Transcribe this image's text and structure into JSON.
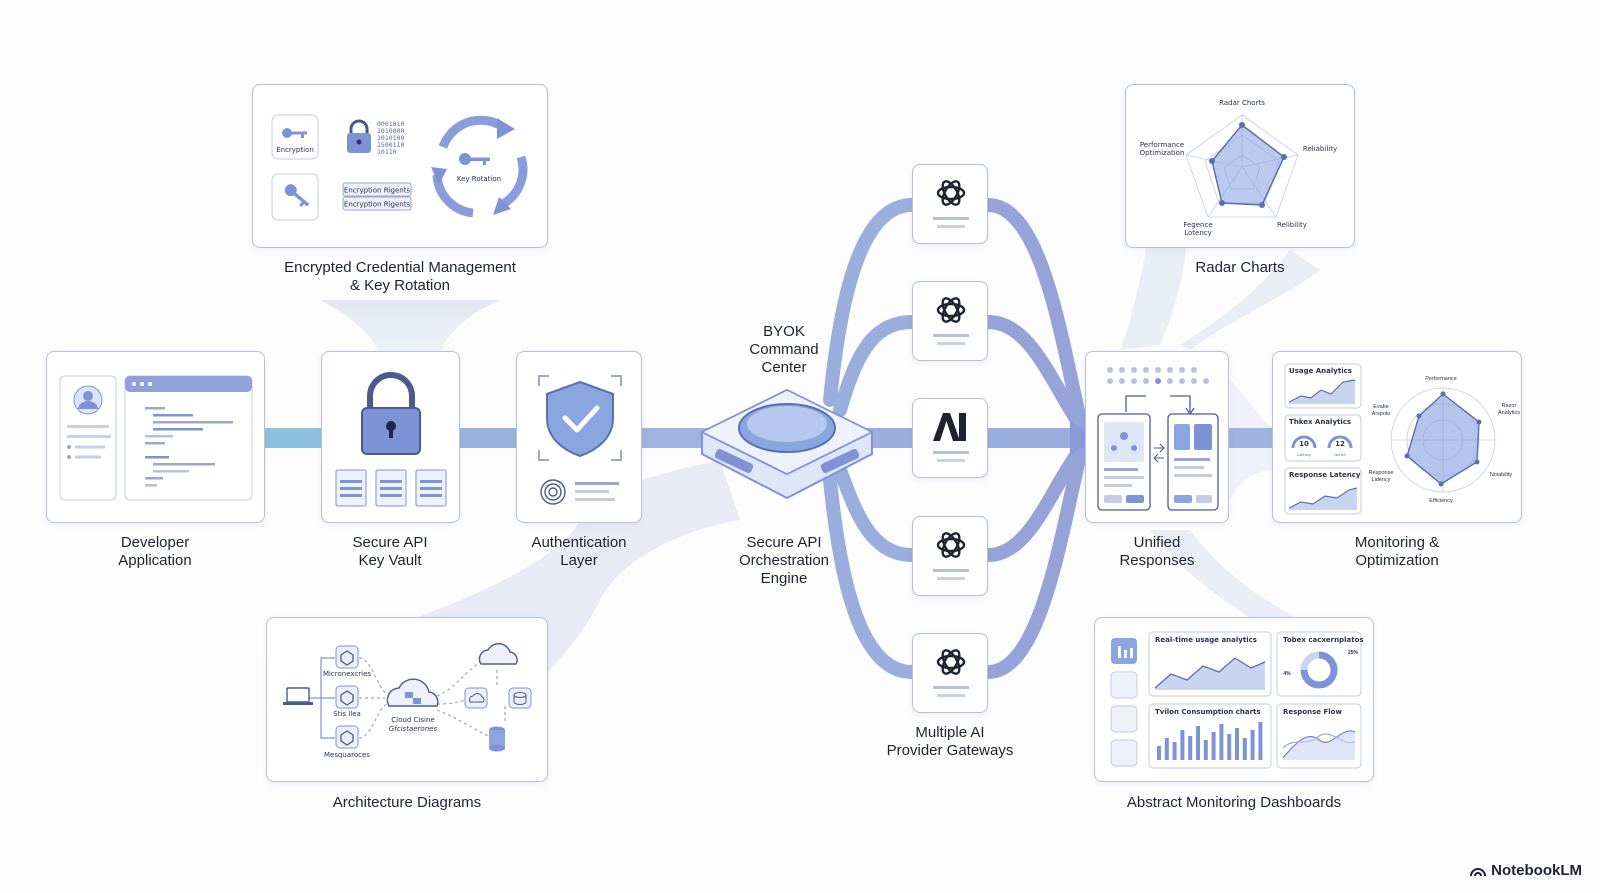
{
  "nodes": {
    "developer_app": "Developer\nApplication",
    "key_vault": "Secure API\nKey Vault",
    "auth_layer": "Authentication\nLayer",
    "command_center": "BYOK\nCommand\nCenter",
    "orchestration": "Secure API\nOrchestration\nEngine",
    "gateways": "Multiple AI\nProvider Gateways",
    "unified": "Unified\nResponses",
    "monitoring": "Monitoring &\nOptimization"
  },
  "callouts": {
    "credential": "Encrypted Credential Management\n& Key Rotation",
    "architecture": "Architecture Diagrams",
    "radar": "Radar Charts",
    "dashboards": "Abstract Monitoring Dashboards"
  },
  "credential_card": {
    "encryption": "Encryption",
    "key_rotation": "Key Rotation",
    "rights_1": "Encryption Rigents",
    "rights_2": "Encryption Rigents",
    "binary": [
      "0001010",
      "1010000",
      "1010100",
      "1500110",
      "10110"
    ]
  },
  "architecture_card": {
    "node_1": "Micronexcries",
    "node_2": "Stis Ilea",
    "node_3": "Mesquaroces",
    "cloud_1": "Cloud Cisine",
    "cloud_2": "Gfcistaerones"
  },
  "radar_card": {
    "title": "Radar Chorts",
    "axis_top": "Performance",
    "axis_top2": "Optimization",
    "axis_right": "Reliability",
    "axis_bottom_right": "Relibility",
    "axis_bottom_left": "Fegence",
    "axis_bottom_left2": "Lotency"
  },
  "monitoring_card": {
    "usage": "Usage Analytics",
    "token": "Thkex Analytics",
    "latency": "Response Latency",
    "gauge_1": "10",
    "gauge_2": "12",
    "gauge_1_label": "Latency",
    "gauge_2_label": "Nonce",
    "r_performance": "Performance",
    "r_right": "Razor",
    "r_right2": "Analytics",
    "r_left": "Evabe",
    "r_left2": "Arspole",
    "r_left3": "Response",
    "r_left4": "Lidency",
    "r_bottom_right": "Noiability",
    "r_bottom": "Efficiency"
  },
  "dashboard_card": {
    "panel_1": "Real-time usage analytics",
    "panel_2": "Tobex cacxernplatos",
    "panel_3": "Tvilon Consumption charts",
    "panel_4": "Response Flow",
    "donut_pct": "25%",
    "donut_left": "4%"
  },
  "brand": "NotebookLM",
  "colors": {
    "accent": "#7e93d6",
    "pipe": "#8fa6da",
    "teal_pipe": "#7ab6d6",
    "card_border": "#b7bfd9",
    "haze": "#dfe4f2"
  }
}
